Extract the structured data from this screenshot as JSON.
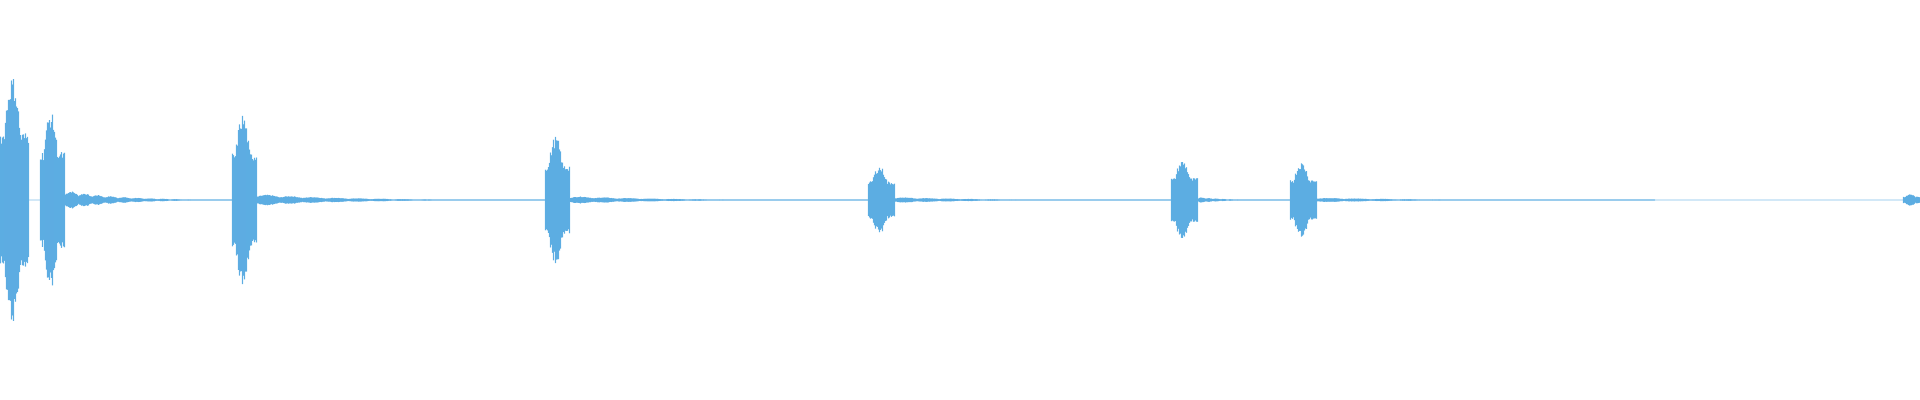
{
  "waveform": {
    "color": "#5dade2",
    "background": "#ffffff",
    "segments": [
      {
        "start": 0.0,
        "end": 0.015,
        "peak": 0.62
      },
      {
        "start": 0.021,
        "end": 0.034,
        "peak": 0.44
      },
      {
        "start": 0.121,
        "end": 0.134,
        "peak": 0.43
      },
      {
        "start": 0.284,
        "end": 0.297,
        "peak": 0.32
      },
      {
        "start": 0.452,
        "end": 0.466,
        "peak": 0.17
      },
      {
        "start": 0.61,
        "end": 0.624,
        "peak": 0.2
      },
      {
        "start": 0.672,
        "end": 0.686,
        "peak": 0.19
      },
      {
        "start": 0.991,
        "end": 1.0,
        "peak": 0.03
      }
    ],
    "tails": [
      {
        "start": 0.034,
        "end": 0.121,
        "peak": 0.05
      },
      {
        "start": 0.134,
        "end": 0.284,
        "peak": 0.03
      },
      {
        "start": 0.297,
        "end": 0.452,
        "peak": 0.02
      },
      {
        "start": 0.466,
        "end": 0.61,
        "peak": 0.015
      },
      {
        "start": 0.624,
        "end": 0.672,
        "peak": 0.015
      },
      {
        "start": 0.686,
        "end": 0.862,
        "peak": 0.012
      }
    ]
  }
}
